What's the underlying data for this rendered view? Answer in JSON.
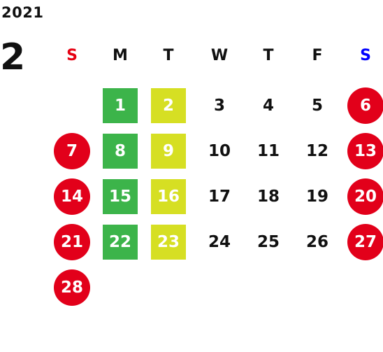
{
  "calendar": {
    "year": "2021",
    "month": "2",
    "weekday_headers": [
      {
        "label": "S",
        "color": "#e60012"
      },
      {
        "label": "M",
        "color": "#111111"
      },
      {
        "label": "T",
        "color": "#111111"
      },
      {
        "label": "W",
        "color": "#111111"
      },
      {
        "label": "T",
        "color": "#111111"
      },
      {
        "label": "F",
        "color": "#111111"
      },
      {
        "label": "S",
        "color": "#0000ff"
      }
    ],
    "first_weekday_index": 1,
    "days": [
      {
        "day": "1",
        "style": "green"
      },
      {
        "day": "2",
        "style": "yellow"
      },
      {
        "day": "3",
        "style": "plain"
      },
      {
        "day": "4",
        "style": "plain"
      },
      {
        "day": "5",
        "style": "plain"
      },
      {
        "day": "6",
        "style": "red"
      },
      {
        "day": "7",
        "style": "red"
      },
      {
        "day": "8",
        "style": "green"
      },
      {
        "day": "9",
        "style": "yellow"
      },
      {
        "day": "10",
        "style": "plain"
      },
      {
        "day": "11",
        "style": "plain"
      },
      {
        "day": "12",
        "style": "plain"
      },
      {
        "day": "13",
        "style": "red"
      },
      {
        "day": "14",
        "style": "red"
      },
      {
        "day": "15",
        "style": "green"
      },
      {
        "day": "16",
        "style": "yellow"
      },
      {
        "day": "17",
        "style": "plain"
      },
      {
        "day": "18",
        "style": "plain"
      },
      {
        "day": "19",
        "style": "plain"
      },
      {
        "day": "20",
        "style": "red"
      },
      {
        "day": "21",
        "style": "red"
      },
      {
        "day": "22",
        "style": "green"
      },
      {
        "day": "23",
        "style": "yellow"
      },
      {
        "day": "24",
        "style": "plain"
      },
      {
        "day": "25",
        "style": "plain"
      },
      {
        "day": "26",
        "style": "plain"
      },
      {
        "day": "27",
        "style": "red"
      },
      {
        "day": "28",
        "style": "red"
      }
    ],
    "colors": {
      "red": "#e2001a",
      "green": "#3cb44a",
      "yellow": "#d6df23",
      "plain_text": "#111111"
    }
  }
}
